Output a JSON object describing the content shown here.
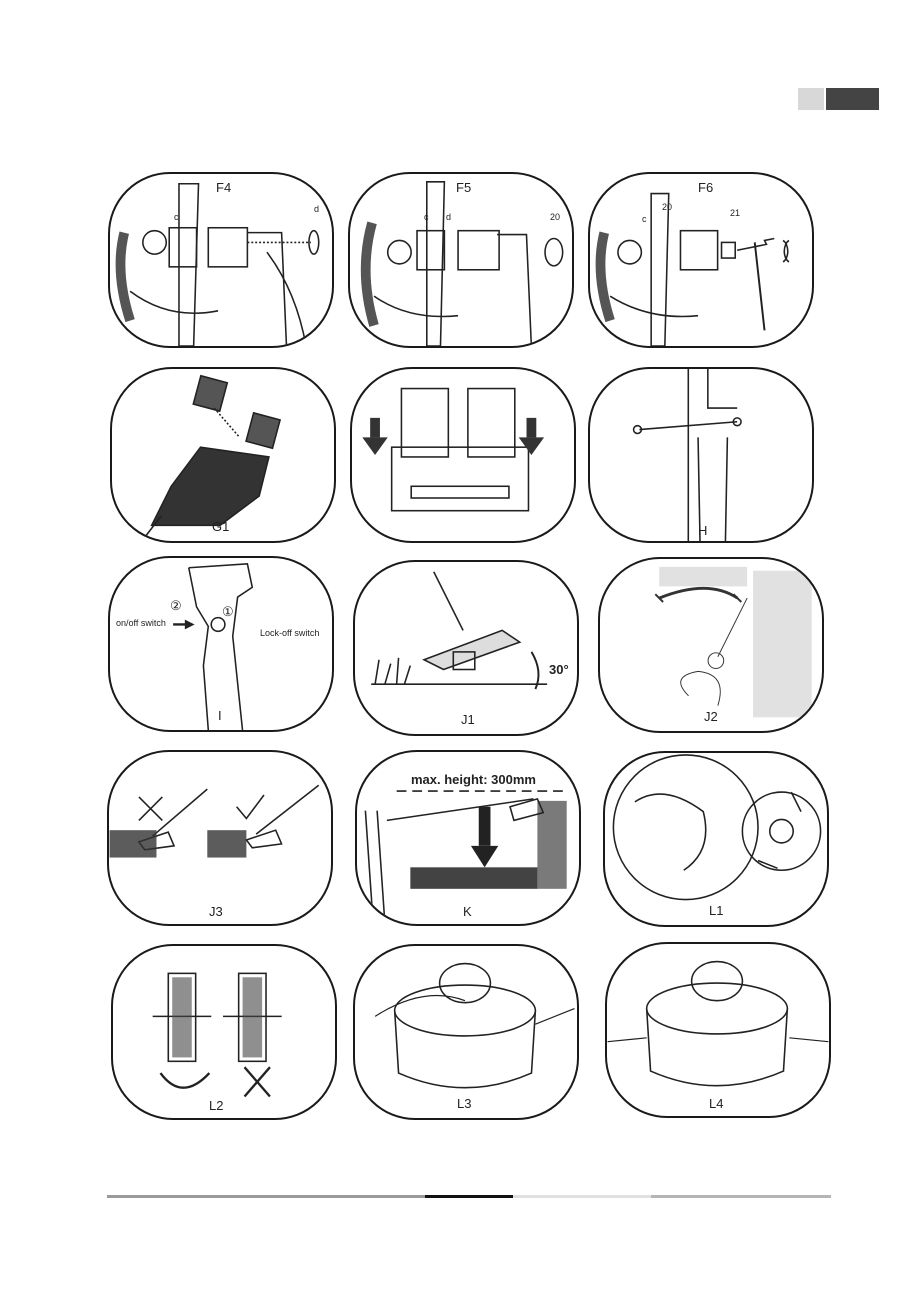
{
  "figures": {
    "f4": {
      "label": "F4",
      "callouts": {
        "c": "c",
        "d": "d"
      }
    },
    "f5": {
      "label": "F5",
      "callouts": {
        "c": "c",
        "d": "d",
        "n20": "20"
      }
    },
    "f6": {
      "label": "F6",
      "callouts": {
        "c": "c",
        "n20": "20",
        "n21": "21"
      }
    },
    "g1": {
      "label": "G1"
    },
    "g2": {
      "label": ""
    },
    "h": {
      "label": "H"
    },
    "i": {
      "label": "I",
      "onoff": "on/off switch",
      "lockoff": "Lock-off switch",
      "step1": "①",
      "step2": "②"
    },
    "j1": {
      "label": "J1",
      "angle": "30°"
    },
    "j2": {
      "label": "J2"
    },
    "j3": {
      "label": "J3"
    },
    "k": {
      "label": "K",
      "maxheight": "max.  height:  300mm"
    },
    "l1": {
      "label": "L1"
    },
    "l2": {
      "label": "L2"
    },
    "l3": {
      "label": "L3"
    },
    "l4": {
      "label": "L4"
    }
  },
  "colors": {
    "outline": "#1a1a1a",
    "tab_light": "#d8d8d8",
    "tab_dark": "#444444"
  }
}
